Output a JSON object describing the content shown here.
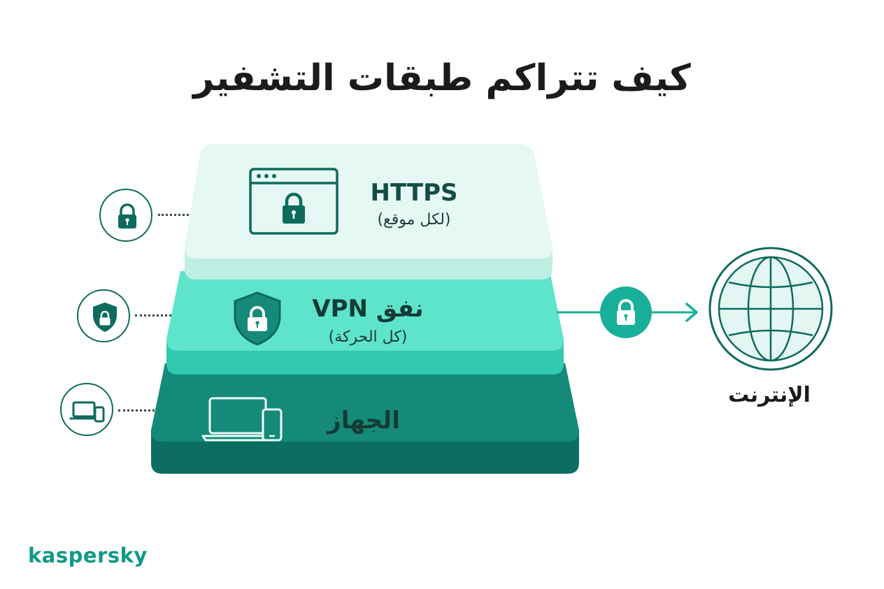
{
  "title": "كيف تتراكم طبقات التشفير",
  "layers": [
    {
      "label": "HTTPS",
      "sublabel": "(لكل موقع)",
      "icon": "browser-lock-icon",
      "side_icon": "lock-icon",
      "color": "#e6f8f4"
    },
    {
      "label": "نفق VPN",
      "sublabel": "(كل الحركة)",
      "icon": "shield-lock-icon",
      "side_icon": "shield-lock-icon",
      "color": "#55dcc4"
    },
    {
      "label": "الجهاز",
      "icon": "laptop-phone-icon",
      "side_icon": "devices-icon",
      "color": "#158a78"
    }
  ],
  "connection": {
    "icon": "lock-icon",
    "arrow": "arrow-right-icon"
  },
  "internet": {
    "label": "الإنترنت",
    "icon": "globe-icon"
  },
  "brand": "kaspersky",
  "colors": {
    "accent": "#18b09a",
    "dark": "#0d6b5e"
  }
}
